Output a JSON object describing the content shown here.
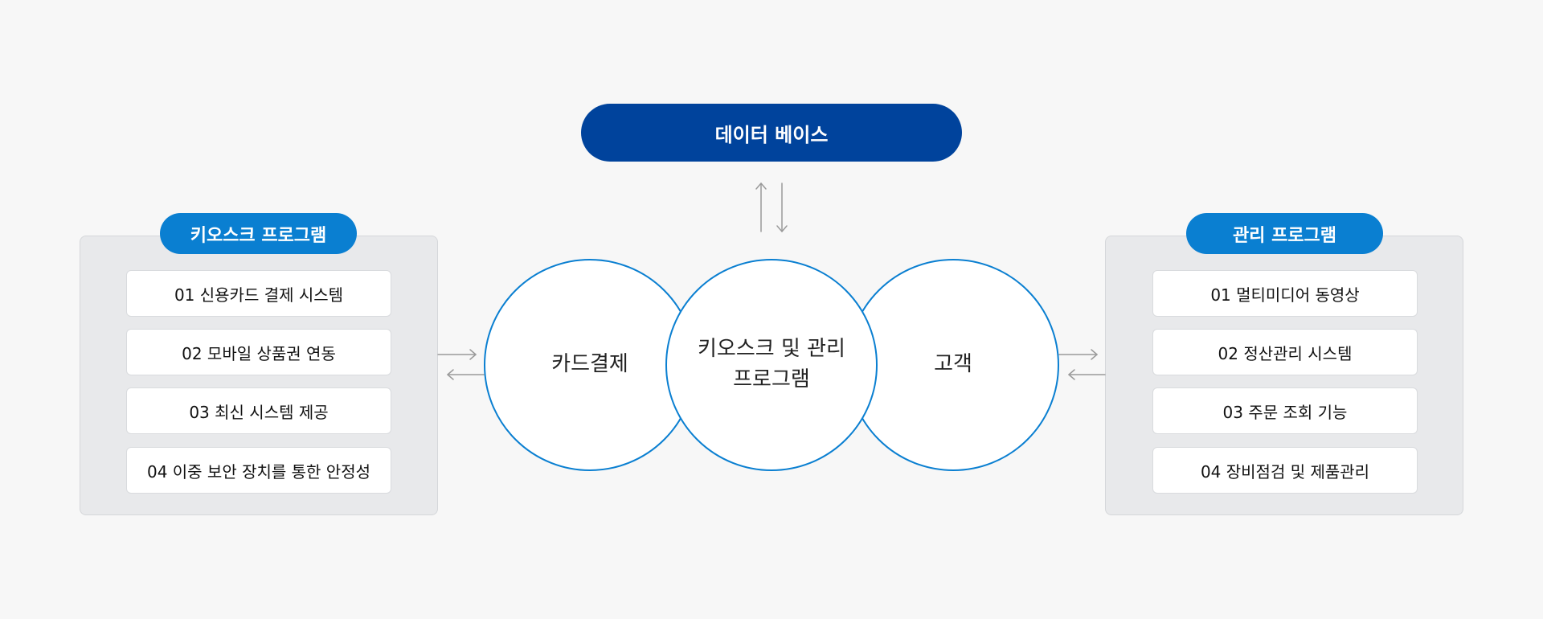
{
  "database": {
    "label": "데이터 베이스"
  },
  "kiosk_panel": {
    "title": "키오스크 프로그램",
    "items": [
      "01 신용카드 결제 시스템",
      "02 모바일 상품권 연동",
      "03 최신 시스템 제공",
      "04 이중 보안 장치를 통한 안정성"
    ]
  },
  "admin_panel": {
    "title": "관리 프로그램",
    "items": [
      "01 멀티미디어 동영상",
      "02 정산관리 시스템",
      "03 주문 조회 기능",
      "04 장비점검 및 제품관리"
    ]
  },
  "circles": {
    "card_payment": "카드결제",
    "center_line1": "키오스크 및 관리",
    "center_line2": "프로그램",
    "customer": "고객"
  },
  "colors": {
    "database": "#00439c",
    "accent": "#0a7fd1",
    "arrow": "#9a9a9a"
  }
}
